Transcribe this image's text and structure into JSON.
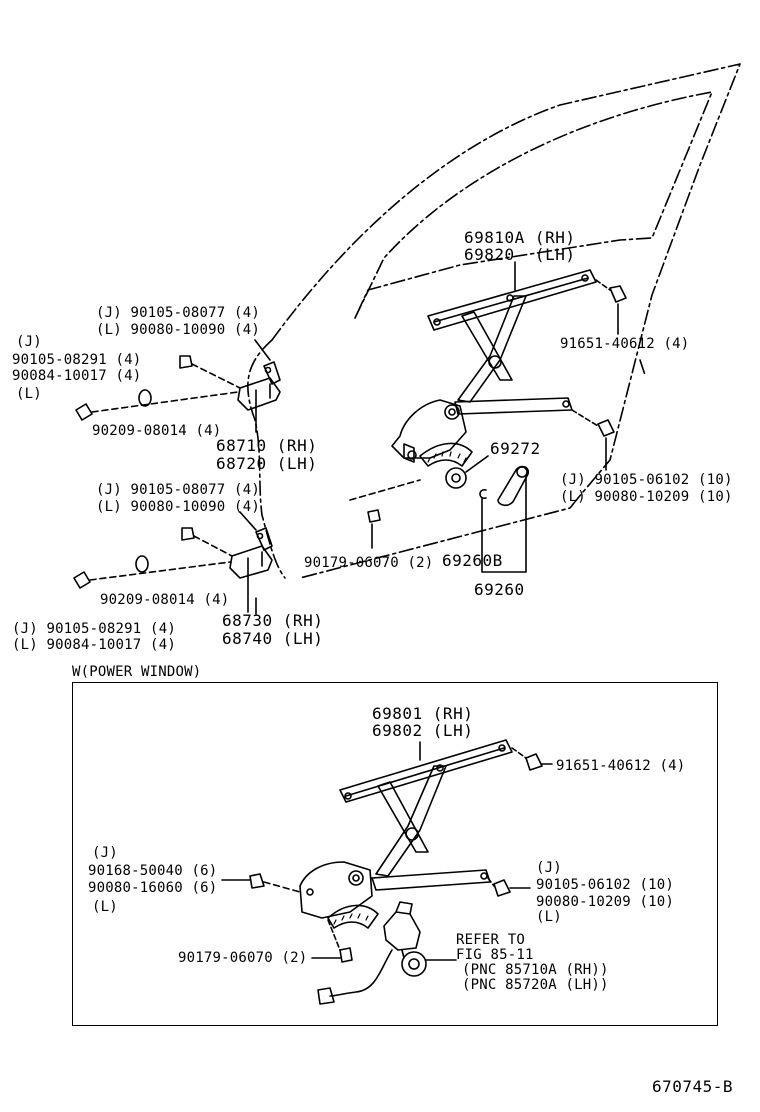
{
  "diagram": {
    "code": "670745-B",
    "upper": {
      "regulator_rh": "69810A (RH)",
      "regulator_lh": "69820  (LH)",
      "bolt_right_top": "91651-40612 (4)",
      "hinge_upper": {
        "bolt_top_j": "(J) 90105-08077 (4)",
        "bolt_top_l": "(L) 90080-10090 (4)",
        "bolt_left_j_tag": "(J)",
        "bolt_left_j": "90105-08291 (4)",
        "bolt_left_l": "90084-10017 (4)",
        "bolt_left_l_tag": "(L)",
        "washer": "90209-08014 (4)",
        "part_rh": "68710 (RH)",
        "part_lh": "68720 (LH)"
      },
      "hinge_lower": {
        "bolt_top_j": "(J) 90105-08077 (4)",
        "bolt_top_l": "(L) 90080-10090 (4)",
        "washer": "90209-08014 (4)",
        "bolt_left_j": "(J) 90105-08291 (4)",
        "bolt_left_l": "(L) 90084-10017 (4)",
        "part_rh": "68730 (RH)",
        "part_lh": "68740 (LH)"
      },
      "seat": "69272",
      "bolt_right_j": "(J) 90105-06102 (10)",
      "bolt_right_l": "(L) 90080-10209 (10)",
      "nut": "90179-06070 (2)",
      "handle_sub": "69260B",
      "handle": "69260"
    },
    "power_window": {
      "title": "W(POWER WINDOW)",
      "regulator_rh": "69801 (RH)",
      "regulator_lh": "69802 (LH)",
      "bolt_top": "91651-40612 (4)",
      "left_j_tag": "(J)",
      "left_j": "90168-50040 (6)",
      "left_l": "90080-16060 (6)",
      "left_l_tag": "(L)",
      "right_j_tag": "(J)",
      "right_j": "90105-06102 (10)",
      "right_l": "90080-10209 (10)",
      "right_l_tag": "(L)",
      "nut": "90179-06070 (2)",
      "refer_1": "REFER TO",
      "refer_2": "FIG 85-11",
      "refer_3": "(PNC 85710A (RH))",
      "refer_4": "(PNC 85720A (LH))"
    }
  }
}
